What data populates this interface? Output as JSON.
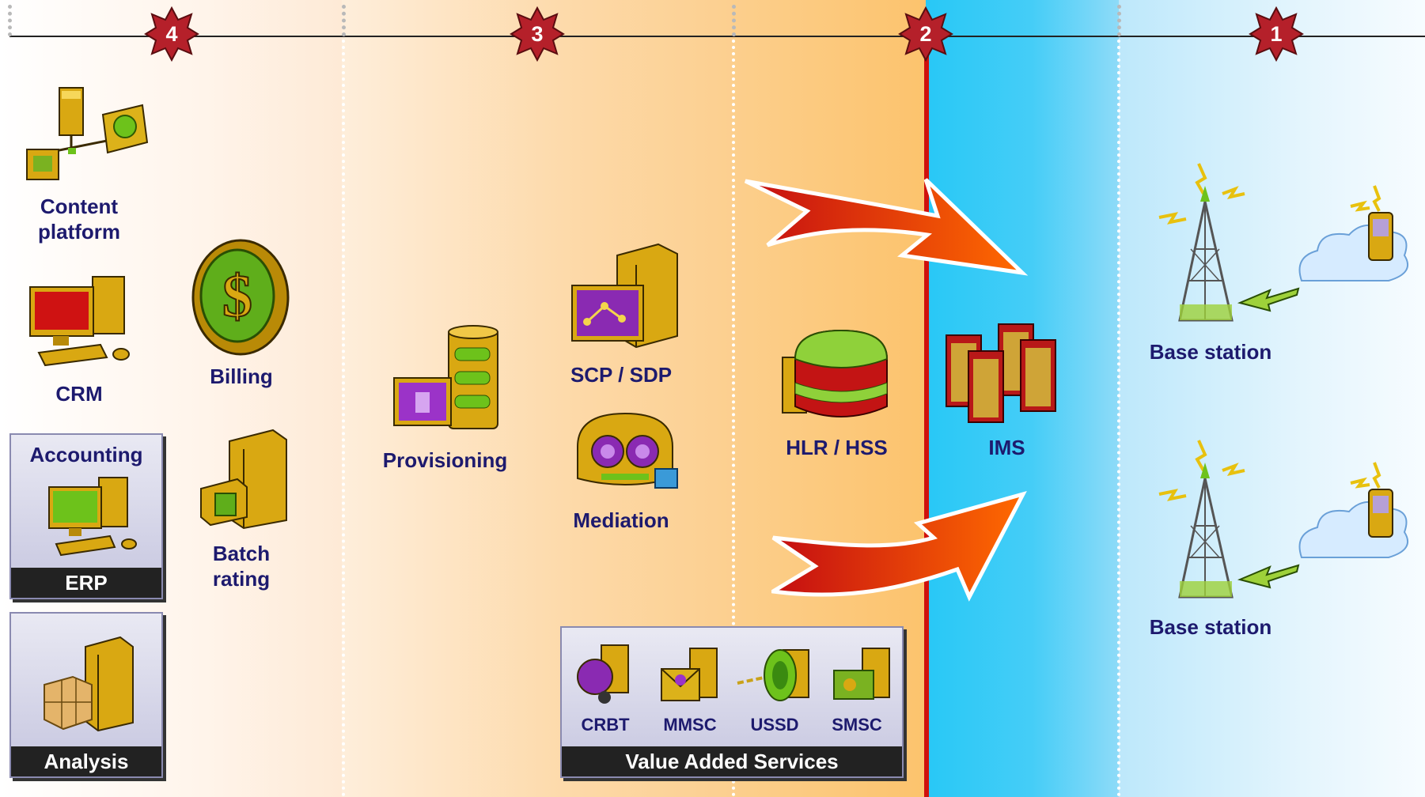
{
  "zones": {
    "z4": {
      "number": "4"
    },
    "z3": {
      "number": "3"
    },
    "z2": {
      "number": "2"
    },
    "z1": {
      "number": "1"
    }
  },
  "nodes": {
    "content_platform": "Content\nplatform",
    "crm": "CRM",
    "billing": "Billing",
    "batch_rating": "Batch\nrating",
    "provisioning": "Provisioning",
    "scp_sdp": "SCP / SDP",
    "mediation": "Mediation",
    "hlr_hss": "HLR / HSS",
    "ims": "IMS",
    "base_station_1": "Base station",
    "base_station_2": "Base station"
  },
  "panels": {
    "erp": {
      "title": "Accounting",
      "bar": "ERP"
    },
    "analysis": {
      "bar": "Analysis"
    },
    "vas": {
      "bar": "Value Added Services",
      "items": [
        "CRBT",
        "MMSC",
        "USSD",
        "SMSC"
      ]
    }
  },
  "colors": {
    "badge": "#b5202a",
    "label": "#1d1a6e",
    "arrow": "#e8240c",
    "divider": "#d0110d"
  }
}
